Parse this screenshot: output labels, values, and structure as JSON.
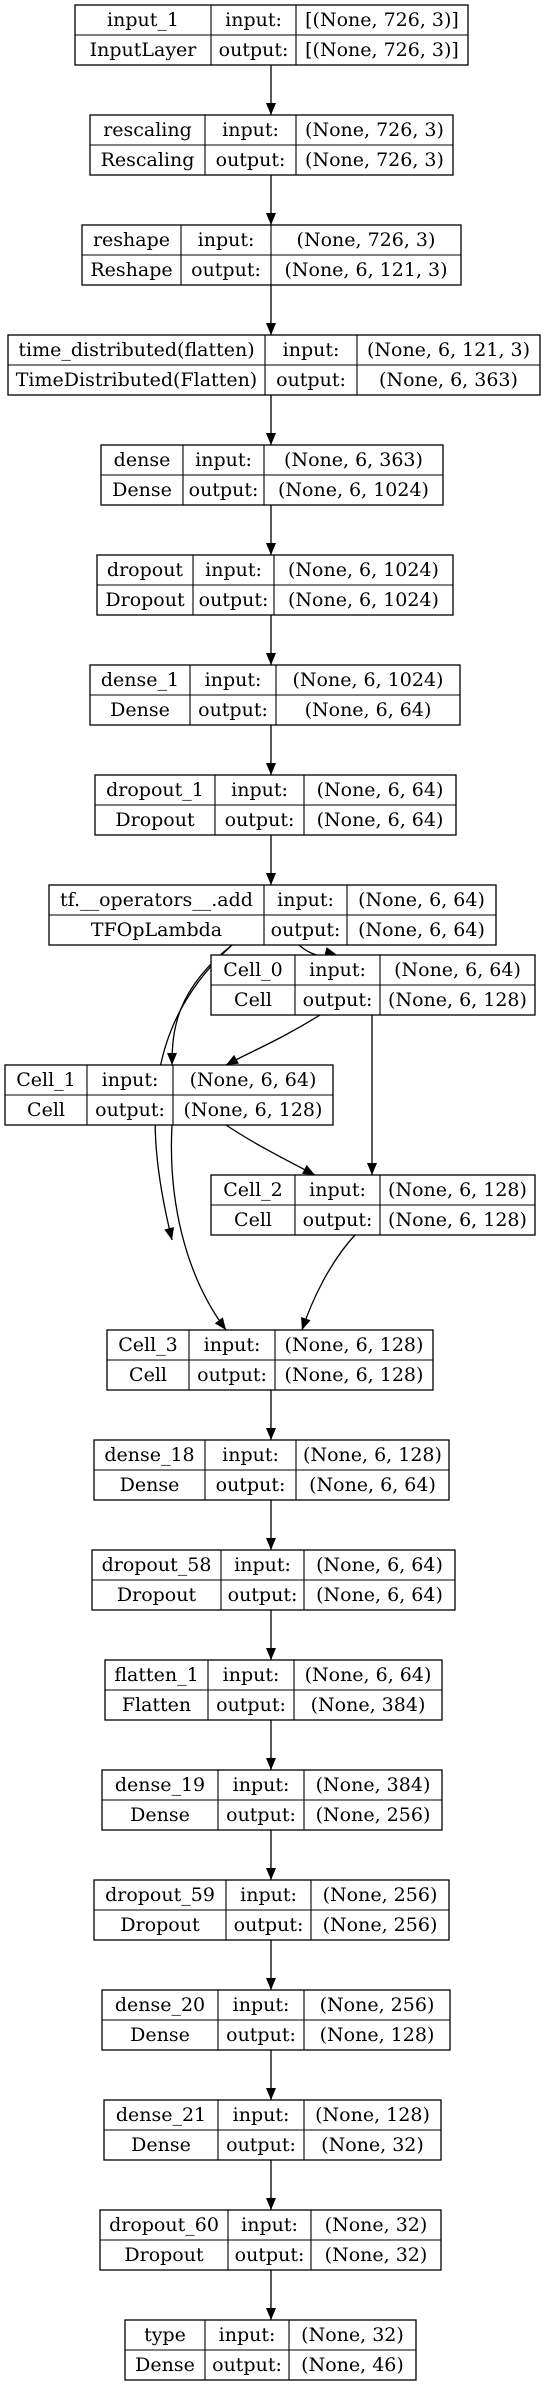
{
  "nodes": [
    {
      "id": "input_1",
      "name": "input_1",
      "type": "InputLayer",
      "input_label": "input:",
      "output_label": "output:",
      "input_shape": "[(None, 726, 3)]",
      "output_shape": "[(None, 726, 3)]"
    },
    {
      "id": "rescaling",
      "name": "rescaling",
      "type": "Rescaling",
      "input_label": "input:",
      "output_label": "output:",
      "input_shape": "(None, 726, 3)",
      "output_shape": "(None, 726, 3)"
    },
    {
      "id": "reshape",
      "name": "reshape",
      "type": "Reshape",
      "input_label": "input:",
      "output_label": "output:",
      "input_shape": "(None, 726, 3)",
      "output_shape": "(None, 6, 121, 3)"
    },
    {
      "id": "time_distributed",
      "name": "time_distributed(flatten)",
      "type": "TimeDistributed(Flatten)",
      "input_label": "input:",
      "output_label": "output:",
      "input_shape": "(None, 6, 121, 3)",
      "output_shape": "(None, 6, 363)"
    },
    {
      "id": "dense",
      "name": "dense",
      "type": "Dense",
      "input_label": "input:",
      "output_label": "output:",
      "input_shape": "(None, 6, 363)",
      "output_shape": "(None, 6, 1024)"
    },
    {
      "id": "dropout",
      "name": "dropout",
      "type": "Dropout",
      "input_label": "input:",
      "output_label": "output:",
      "input_shape": "(None, 6, 1024)",
      "output_shape": "(None, 6, 1024)"
    },
    {
      "id": "dense_1",
      "name": "dense_1",
      "type": "Dense",
      "input_label": "input:",
      "output_label": "output:",
      "input_shape": "(None, 6, 1024)",
      "output_shape": "(None, 6, 64)"
    },
    {
      "id": "dropout_1",
      "name": "dropout_1",
      "type": "Dropout",
      "input_label": "input:",
      "output_label": "output:",
      "input_shape": "(None, 6, 64)",
      "output_shape": "(None, 6, 64)"
    },
    {
      "id": "tf_add",
      "name": "tf.__operators__.add",
      "type": "TFOpLambda",
      "input_label": "input:",
      "output_label": "output:",
      "input_shape": "(None, 6, 64)",
      "output_shape": "(None, 6, 64)"
    },
    {
      "id": "cell_0",
      "name": "Cell_0",
      "type": "Cell",
      "input_label": "input:",
      "output_label": "output:",
      "input_shape": "(None, 6, 64)",
      "output_shape": "(None, 6, 128)"
    },
    {
      "id": "cell_1",
      "name": "Cell_1",
      "type": "Cell",
      "input_label": "input:",
      "output_label": "output:",
      "input_shape": "(None, 6, 64)",
      "output_shape": "(None, 6, 128)"
    },
    {
      "id": "cell_2",
      "name": "Cell_2",
      "type": "Cell",
      "input_label": "input:",
      "output_label": "output:",
      "input_shape": "(None, 6, 128)",
      "output_shape": "(None, 6, 128)"
    },
    {
      "id": "cell_3",
      "name": "Cell_3",
      "type": "Cell",
      "input_label": "input:",
      "output_label": "output:",
      "input_shape": "(None, 6, 128)",
      "output_shape": "(None, 6, 128)"
    },
    {
      "id": "dense_18",
      "name": "dense_18",
      "type": "Dense",
      "input_label": "input:",
      "output_label": "output:",
      "input_shape": "(None, 6, 128)",
      "output_shape": "(None, 6, 64)"
    },
    {
      "id": "dropout_58",
      "name": "dropout_58",
      "type": "Dropout",
      "input_label": "input:",
      "output_label": "output:",
      "input_shape": "(None, 6, 64)",
      "output_shape": "(None, 6, 64)"
    },
    {
      "id": "flatten_1",
      "name": "flatten_1",
      "type": "Flatten",
      "input_label": "input:",
      "output_label": "output:",
      "input_shape": "(None, 6, 64)",
      "output_shape": "(None, 384)"
    },
    {
      "id": "dense_19",
      "name": "dense_19",
      "type": "Dense",
      "input_label": "input:",
      "output_label": "output:",
      "input_shape": "(None, 384)",
      "output_shape": "(None, 256)"
    },
    {
      "id": "dropout_59",
      "name": "dropout_59",
      "type": "Dropout",
      "input_label": "input:",
      "output_label": "output:",
      "input_shape": "(None, 256)",
      "output_shape": "(None, 256)"
    },
    {
      "id": "dense_20",
      "name": "dense_20",
      "type": "Dense",
      "input_label": "input:",
      "output_label": "output:",
      "input_shape": "(None, 256)",
      "output_shape": "(None, 128)"
    },
    {
      "id": "dense_21",
      "name": "dense_21",
      "type": "Dense",
      "input_label": "input:",
      "output_label": "output:",
      "input_shape": "(None, 128)",
      "output_shape": "(None, 32)"
    },
    {
      "id": "dropout_60",
      "name": "dropout_60",
      "type": "Dropout",
      "input_label": "input:",
      "output_label": "output:",
      "input_shape": "(None, 32)",
      "output_shape": "(None, 32)"
    },
    {
      "id": "type",
      "name": "type",
      "type": "Dense",
      "input_label": "input:",
      "output_label": "output:",
      "input_shape": "(None, 32)",
      "output_shape": "(None, 46)"
    }
  ],
  "edges": [
    {
      "from": "input_1",
      "to": "rescaling"
    },
    {
      "from": "rescaling",
      "to": "reshape"
    },
    {
      "from": "reshape",
      "to": "time_distributed"
    },
    {
      "from": "time_distributed",
      "to": "dense"
    },
    {
      "from": "dense",
      "to": "dropout"
    },
    {
      "from": "dropout",
      "to": "dense_1"
    },
    {
      "from": "dense_1",
      "to": "dropout_1"
    },
    {
      "from": "dropout_1",
      "to": "tf_add"
    },
    {
      "from": "tf_add",
      "to": "cell_0"
    },
    {
      "from": "tf_add",
      "to": "cell_1"
    },
    {
      "from": "tf_add",
      "to": "cell_3"
    },
    {
      "from": "cell_0",
      "to": "cell_1"
    },
    {
      "from": "cell_0",
      "to": "cell_2"
    },
    {
      "from": "cell_1",
      "to": "cell_2"
    },
    {
      "from": "cell_1",
      "to": "cell_3"
    },
    {
      "from": "cell_2",
      "to": "cell_3"
    },
    {
      "from": "cell_3",
      "to": "dense_18"
    },
    {
      "from": "dense_18",
      "to": "dropout_58"
    },
    {
      "from": "dropout_58",
      "to": "flatten_1"
    },
    {
      "from": "flatten_1",
      "to": "dense_19"
    },
    {
      "from": "dense_19",
      "to": "dropout_59"
    },
    {
      "from": "dropout_59",
      "to": "dense_20"
    },
    {
      "from": "dense_20",
      "to": "dense_21"
    },
    {
      "from": "dense_21",
      "to": "dropout_60"
    },
    {
      "from": "dropout_60",
      "to": "type"
    }
  ]
}
